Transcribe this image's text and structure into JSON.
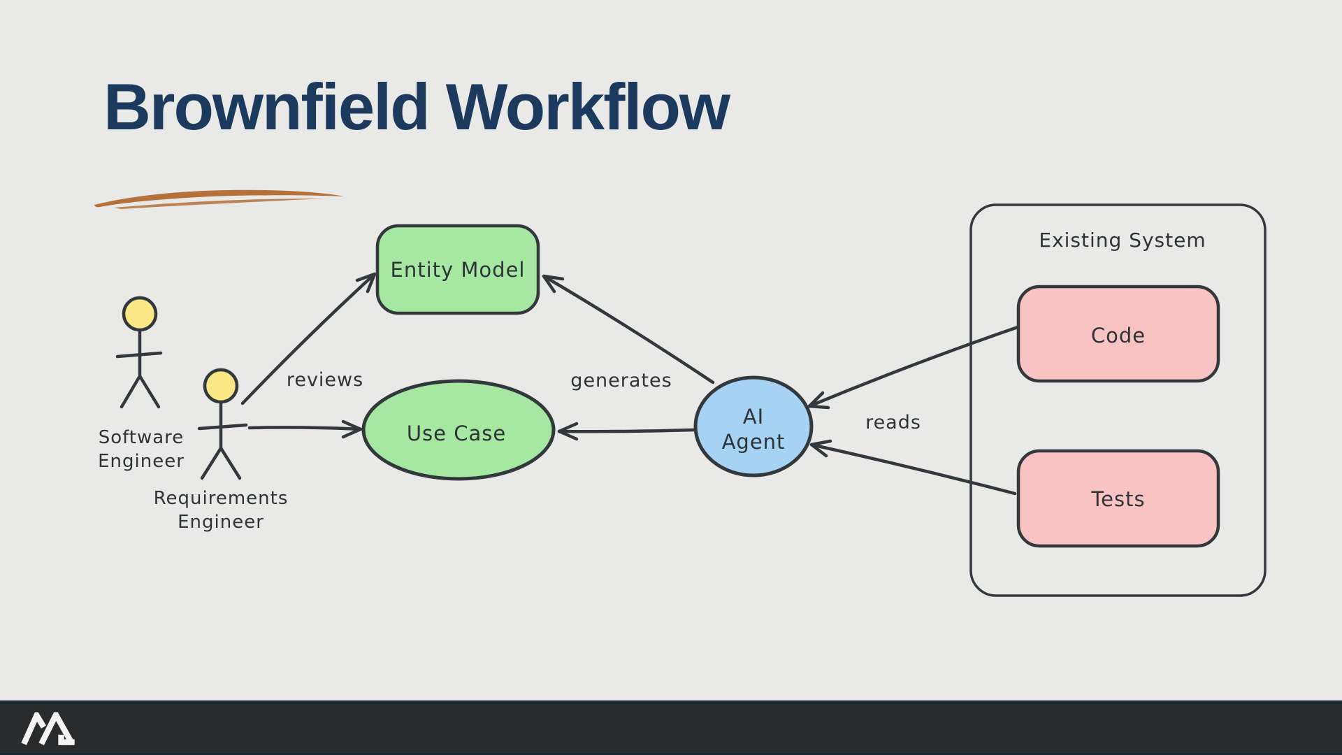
{
  "slide": {
    "title": "Brownfield Workflow"
  },
  "colors": {
    "background": "#e9e9e7",
    "title": "#1c3a5e",
    "underline_brush": "#b5713c",
    "diagram_stroke": "#33383d",
    "node_green": "#a6e8a1",
    "node_blue": "#a6d3f3",
    "node_pink": "#f9c3c3",
    "actor_head_yellow": "#fbe784",
    "footer_bar": "#2a2b2d",
    "logo_white": "#f4f4f4"
  },
  "diagram": {
    "actors": [
      {
        "id": "software-engineer",
        "label": "Software Engineer"
      },
      {
        "id": "requirements-engineer",
        "label": "Requirements Engineer"
      }
    ],
    "nodes": [
      {
        "id": "entity-model",
        "label": "Entity Model",
        "shape": "rounded-rectangle",
        "color": "green"
      },
      {
        "id": "use-case",
        "label": "Use Case",
        "shape": "ellipse",
        "color": "green"
      },
      {
        "id": "ai-agent",
        "label": "AI Agent",
        "shape": "circle",
        "color": "blue"
      },
      {
        "id": "code",
        "label": "Code",
        "shape": "rounded-rectangle",
        "color": "pink"
      },
      {
        "id": "tests",
        "label": "Tests",
        "shape": "rounded-rectangle",
        "color": "pink"
      }
    ],
    "group": {
      "id": "existing-system",
      "label": "Existing System"
    },
    "edges": [
      {
        "from": "requirements-engineer",
        "to": "entity-model",
        "label": "reviews"
      },
      {
        "from": "requirements-engineer",
        "to": "use-case",
        "label": ""
      },
      {
        "from": "ai-agent",
        "to": "entity-model",
        "label": "generates"
      },
      {
        "from": "ai-agent",
        "to": "use-case",
        "label": ""
      },
      {
        "from": "code",
        "to": "ai-agent",
        "label": "reads"
      },
      {
        "from": "tests",
        "to": "ai-agent",
        "label": ""
      }
    ]
  },
  "footer": {
    "logo_icon": "angular-m-mark"
  }
}
